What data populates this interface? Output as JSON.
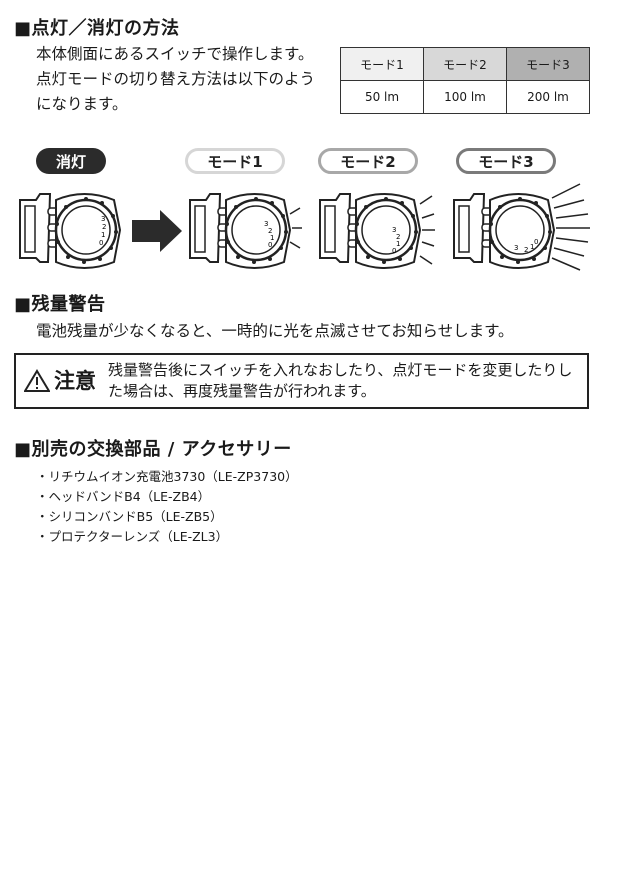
{
  "sections": {
    "lighting": {
      "heading": "■点灯／消灯の方法",
      "description": "本体側面にあるスイッチで操作します。点灯モードの切り替え方法は以下のようになります。",
      "table": {
        "headers": [
          "モード1",
          "モード2",
          "モード3"
        ],
        "values": [
          "50 lm",
          "100 lm",
          "200 lm"
        ]
      },
      "states": [
        "消灯",
        "モード1",
        "モード2",
        "モード3"
      ],
      "dial_marks": [
        "0",
        "1",
        "2",
        "3"
      ]
    },
    "low_battery": {
      "heading": "■残量警告",
      "description": "電池残量が少なくなると、一時的に光を点滅させてお知らせします。",
      "caution_label": "注意",
      "caution_text": "残量警告後にスイッチを入れなおしたり、点灯モードを変更したりした場合は、再度残量警告が行われます。"
    },
    "accessories": {
      "heading": "■別売の交換部品 / アクセサリー",
      "items": [
        "・リチウムイオン充電池3730（LE-ZP3730）",
        "・ヘッドバンドB4（LE-ZB4）",
        "・シリコンバンドB5（LE-ZB5）",
        "・プロテクターレンズ（LE-ZL3）"
      ]
    }
  },
  "colors": {
    "text": "#1a1a1a",
    "off_pill": "#2b2b2b",
    "mode1_border": "#d6d6d6",
    "mode2_border": "#a8a8a8",
    "mode3_border": "#7a7a7a",
    "header_mode1": "#f0f0f0",
    "header_mode2": "#d8d8d8",
    "header_mode3": "#b0b0b0"
  }
}
